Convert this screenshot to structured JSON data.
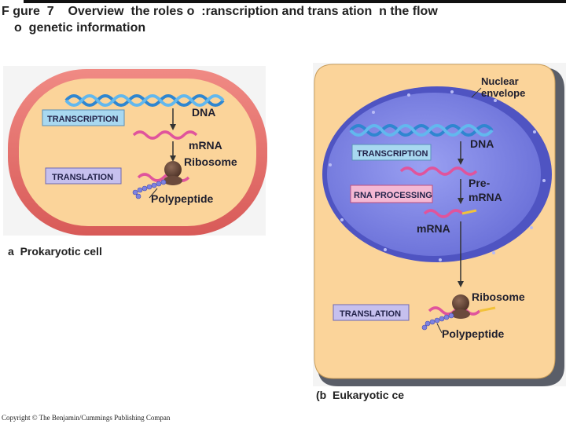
{
  "title": {
    "line1": "F gure  7    Overview  the roles o  :ranscription and trans ation  n the flow",
    "line2": "o  genetic information"
  },
  "prokaryotic": {
    "caption": "a  Prokaryotic cell",
    "box_transcription": "TRANSCRIPTION",
    "box_translation": "TRANSLATION",
    "label_dna": "DNA",
    "label_mrna": "mRNA",
    "label_ribosome": "Ribosome",
    "label_polypeptide": "Polypeptide"
  },
  "eukaryotic": {
    "caption": "(b  Eukaryotic ce",
    "label_nuclear_1": "Nuclear",
    "label_nuclear_2": "envelope",
    "box_transcription": "TRANSCRIPTION",
    "box_rna_processing": "RNA PROCESSING",
    "box_translation": "TRANSLATION",
    "label_dna": "DNA",
    "label_pre_1": "Pre-",
    "label_pre_2": "mRNA",
    "label_mrna": "mRNA",
    "label_ribosome": "Ribosome",
    "label_polypeptide": "Polypeptide"
  },
  "copyright": "Copyright © The Benjamin/Cummings Publishing Compan",
  "colors": {
    "cell_membrane": "#e46f6a",
    "cytoplasm": "#fbd49a",
    "nucleus": "#6a6fd6",
    "nucleus_inner": "#8e93ee",
    "dna": "#3aa0e0",
    "mrna": "#e0549c",
    "transcription_box": "#a8d8f0",
    "translation_box": "#c6c0ee",
    "rna_processing_box": "#f4b8d4",
    "ribosome": "#6b4a3c",
    "polypeptide": "#6e74d8"
  }
}
